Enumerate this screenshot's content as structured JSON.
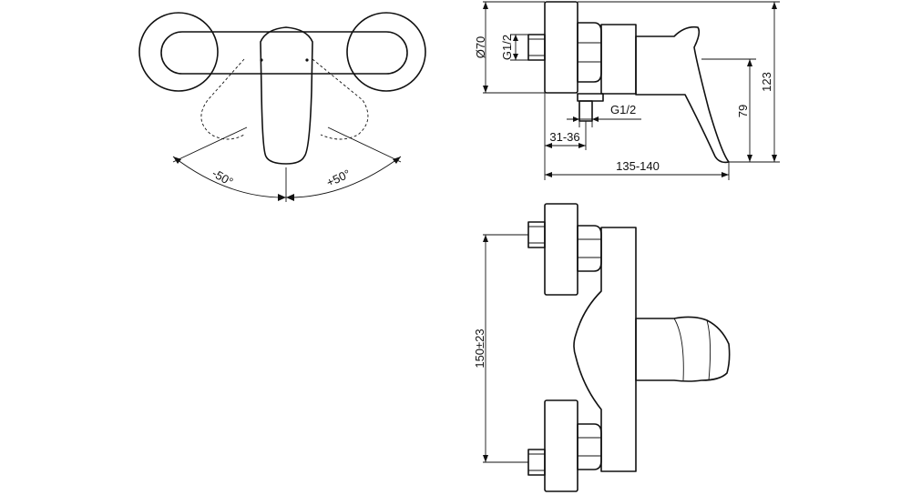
{
  "dimensions": {
    "rotation_left": "-50°",
    "rotation_right": "+50°",
    "inlet_diameter": "Ø70",
    "inlet_thread": "G1/2",
    "outlet_thread": "G1/2",
    "eccentric_depth": "31-36",
    "total_depth": "135-140",
    "height_outlet": "79",
    "height_total": "123",
    "center_distance": "150±23"
  }
}
